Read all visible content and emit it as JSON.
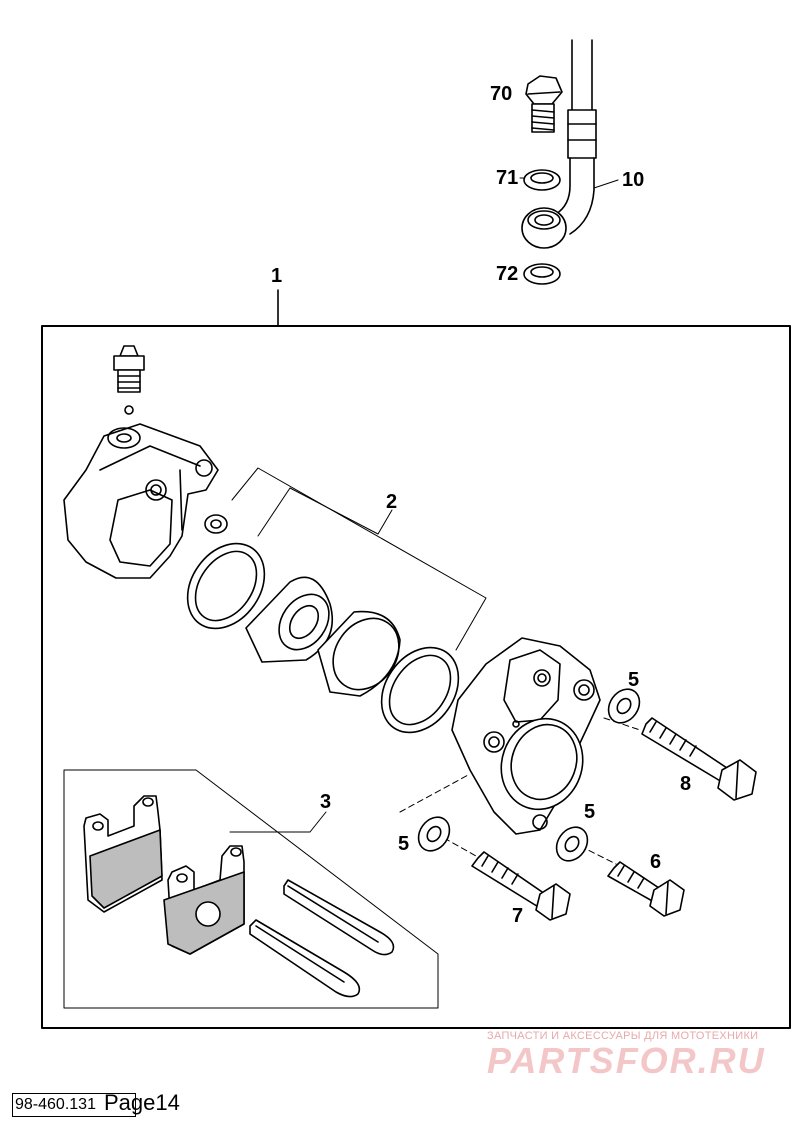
{
  "callouts": {
    "c1": "1",
    "c2": "2",
    "c3": "3",
    "c5a": "5",
    "c5b": "5",
    "c5c": "5",
    "c6": "6",
    "c7": "7",
    "c8": "8",
    "c10": "10",
    "c70": "70",
    "c71": "71",
    "c72": "72"
  },
  "footer": {
    "part_number": "98-460.131",
    "page_label": "Page14"
  },
  "watermark": {
    "tagline": "ЗАПЧАСТИ И АКСЕССУАРЫ ДЛЯ МОТОТЕХНИКИ",
    "brand": "PARTSFOR.RU"
  },
  "colors": {
    "line": "#000000",
    "pad": "#bdbdbd",
    "watermark": "#f3c6c8"
  }
}
